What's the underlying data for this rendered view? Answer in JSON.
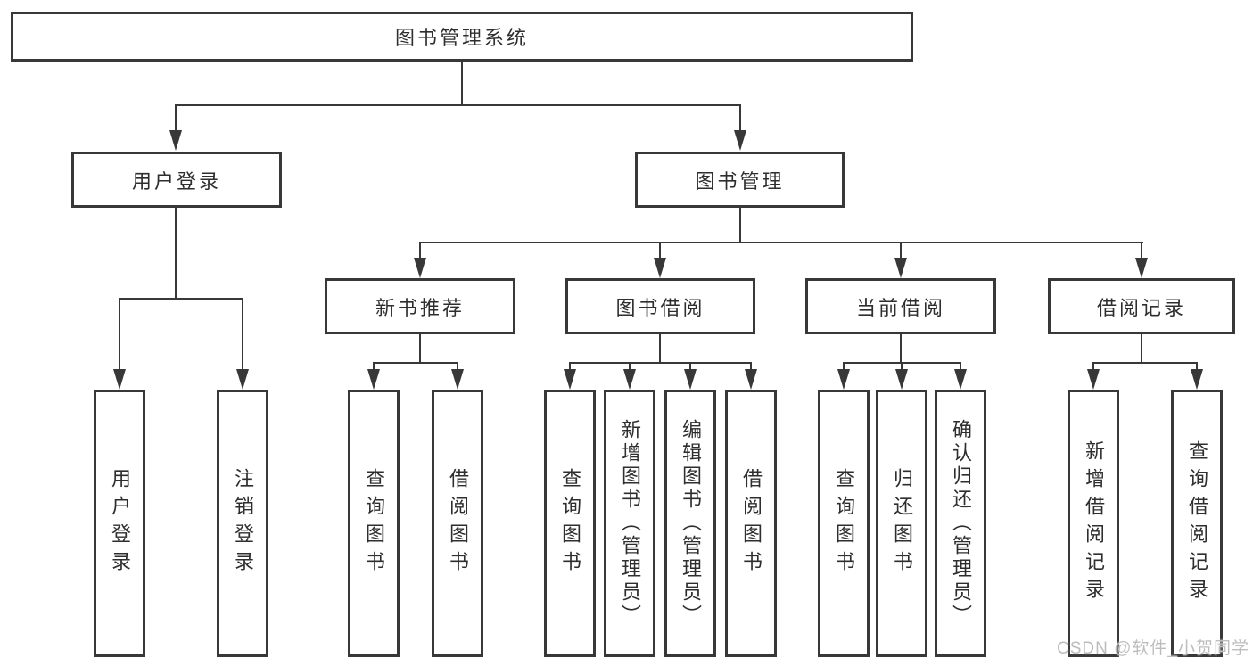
{
  "diagram": {
    "root": {
      "label": "图书管理系统"
    },
    "level2": [
      {
        "label": "用户登录"
      },
      {
        "label": "图书管理"
      }
    ],
    "level3": [
      {
        "label": "新书推荐"
      },
      {
        "label": "图书借阅"
      },
      {
        "label": "当前借阅"
      },
      {
        "label": "借阅记录"
      }
    ],
    "leaves": [
      {
        "label": "用户登录"
      },
      {
        "label": "注销登录"
      },
      {
        "label": "查询图书"
      },
      {
        "label": "借阅图书"
      },
      {
        "label": "查询图书"
      },
      {
        "label": "新增图书（管理员）"
      },
      {
        "label": "编辑图书（管理员）"
      },
      {
        "label": "借阅图书"
      },
      {
        "label": "查询图书"
      },
      {
        "label": "归还图书"
      },
      {
        "label": "确认归还（管理员）"
      },
      {
        "label": "新增借阅记录"
      },
      {
        "label": "查询借阅记录"
      }
    ],
    "colors": {
      "line": "#383838",
      "text": "#2e2e2e",
      "watermark": "#bdbdbd",
      "background": "#ffffff"
    },
    "watermark": "CSDN @软件_小贺同学"
  }
}
